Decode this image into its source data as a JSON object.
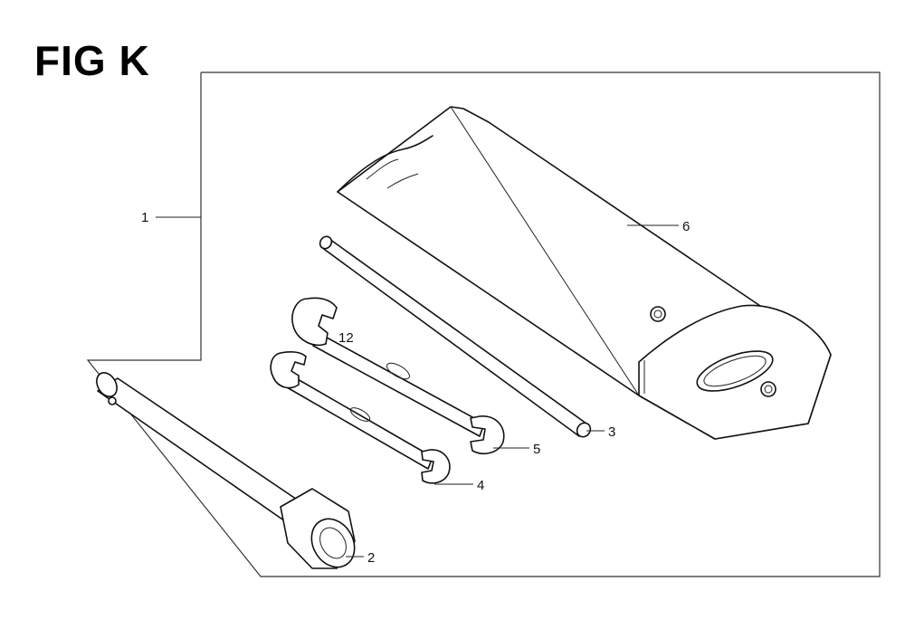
{
  "figure": {
    "title": "FIG K"
  },
  "callouts": {
    "c1": "1",
    "c2": "2",
    "c3": "3",
    "c4": "4",
    "c5": "5",
    "c6": "6"
  },
  "parts": [
    {
      "ref": "1",
      "semantic": "tool-kit-assembly"
    },
    {
      "ref": "2",
      "semantic": "spark-plug-wrench"
    },
    {
      "ref": "3",
      "semantic": "handle-bar"
    },
    {
      "ref": "4",
      "semantic": "open-end-wrench-small"
    },
    {
      "ref": "5",
      "semantic": "open-end-wrench-large"
    },
    {
      "ref": "6",
      "semantic": "tool-bag"
    }
  ],
  "colors": {
    "ink": "#111111",
    "background": "#ffffff"
  }
}
